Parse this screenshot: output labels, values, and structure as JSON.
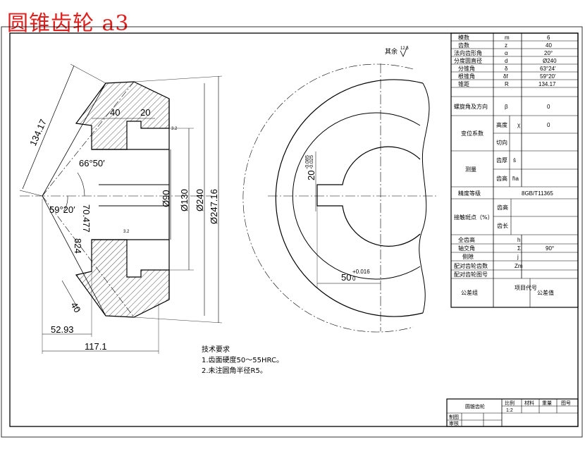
{
  "title": "圆锥齿轮 a3",
  "roughness_note": "其余",
  "roughness_value": "12.5",
  "dims": {
    "cone_dist": "134.17",
    "w40": "40",
    "w20": "20",
    "angle_66": "66°50′",
    "angle_59": "59°20′",
    "dim_70": "70.477",
    "dim_824": "824",
    "d90": "Ø90",
    "d130": "Ø130",
    "d240": "Ø240",
    "d247": "Ø247.16",
    "bottom40": "40",
    "len5293": "52.93",
    "len1171": "117.1",
    "keyway_h": "20",
    "keyway_h_tol_up": "-0.085",
    "keyway_h_tol_dn": "-0.025",
    "keyway_w": "50",
    "keyway_w_tol_up": "+0.016",
    "keyway_w_tol_dn": "0",
    "rough_a": "3.2",
    "rough_b": "3.2"
  },
  "notes": {
    "heading": "技术要求",
    "line1": "1.齿面硬度50～55HRC。",
    "line2": "2.未注圆角半径R5。"
  },
  "params": [
    {
      "name": "模数",
      "sym": "m",
      "val": "6"
    },
    {
      "name": "齿数",
      "sym": "z",
      "val": "40"
    },
    {
      "name": "法向齿形角",
      "sym": "α",
      "val": "20°"
    },
    {
      "name": "分度圆直径",
      "sym": "d",
      "val": "Ø240"
    },
    {
      "name": "分锥角",
      "sym": "δ",
      "val": "63°24′"
    },
    {
      "name": "根锥角",
      "sym": "δf",
      "val": "59°20′"
    },
    {
      "name": "锥距",
      "sym": "R",
      "val": "134.17"
    }
  ],
  "params2": {
    "helix": "螺旋角及方向",
    "beta": "β",
    "beta_val": "0",
    "shift": "变位系数",
    "height": "高度",
    "chi": "χ",
    "chi_val": "0",
    "tangential": "切向",
    "measure": "测量",
    "tooth_thick": "齿厚",
    "s_bar": "s̄",
    "tooth_height": "齿高",
    "ha_bar": "h̄a",
    "accuracy": "精度等级",
    "accuracy_val": "8GB/T11365",
    "contact": "接触斑点（%）",
    "c_height": "齿高",
    "c_length": "齿长",
    "full_height": "全齿高",
    "h": "h",
    "shaft_angle": "轴交角",
    "sigma": "Σ",
    "sigma_val": "90°",
    "backlash": "侧隙",
    "j": "j",
    "mate_teeth": "配对齿轮齿数",
    "zm": "Zm",
    "mate_no": "配对齿轮图号",
    "tol_group": "公差组",
    "item_code": "项目代号",
    "tol_val": "公差值"
  },
  "titleblock": {
    "name": "圆锥齿轮",
    "scale_label": "比例",
    "scale": "1:2",
    "material": "材料",
    "weight": "重量",
    "drawing": "图号",
    "drawer": "制图",
    "checker": "审核"
  }
}
